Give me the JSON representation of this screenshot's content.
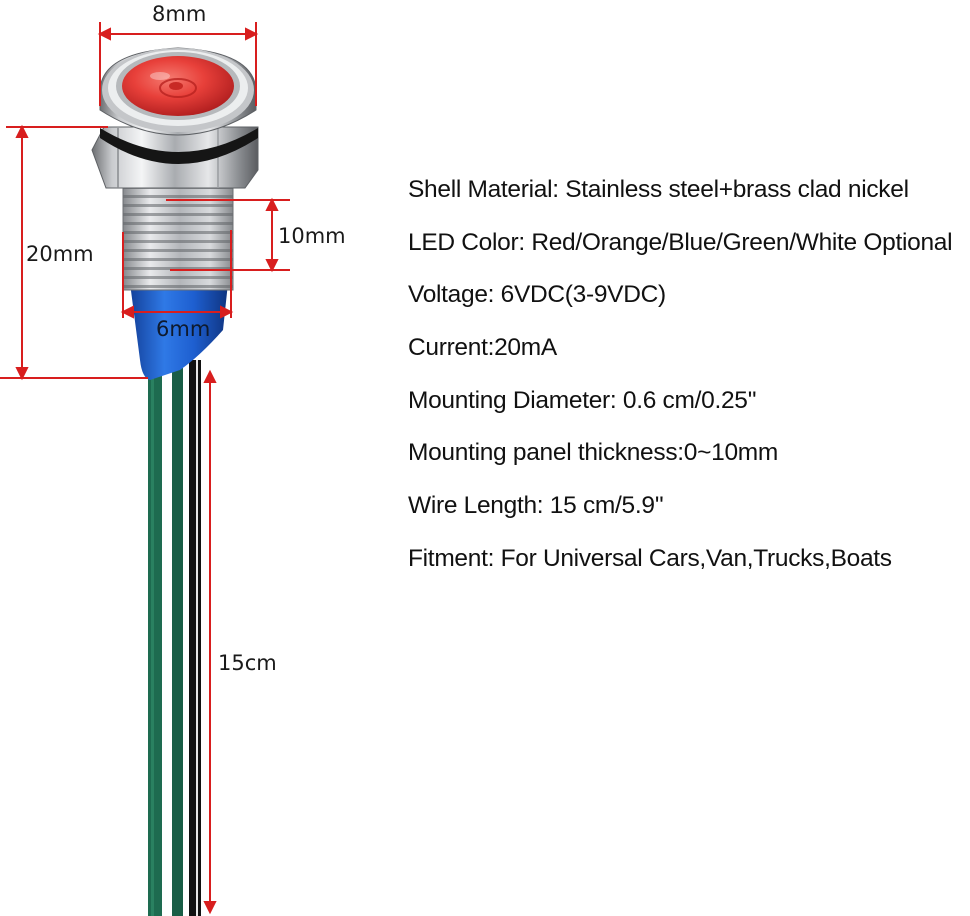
{
  "dimensions": {
    "head_diameter": "8mm",
    "total_height": "20mm",
    "thread_length": "10mm",
    "thread_diameter": "6mm",
    "wire_length": "15cm"
  },
  "specs": [
    {
      "label": "Shell Material: Stainless steel+brass clad nickel"
    },
    {
      "label": "LED Color: Red/Orange/Blue/Green/White Optional"
    },
    {
      "label": "Voltage: 6VDC(3-9VDC)"
    },
    {
      "label": "Current:20mA"
    },
    {
      "label": "Mounting Diameter: 0.6 cm/0.25''"
    },
    {
      "label": "Mounting panel thickness:0~10mm"
    },
    {
      "label": "Wire Length: 15 cm/5.9''"
    },
    {
      "label": "Fitment: For Universal Cars,Van,Trucks,Boats"
    }
  ],
  "colors": {
    "dimension_lines": "#d81e1e",
    "led_lens": "#e8403a",
    "insulator": "#1e5fd0",
    "wire_green": "#1e6b50",
    "wire_black": "#111111"
  }
}
